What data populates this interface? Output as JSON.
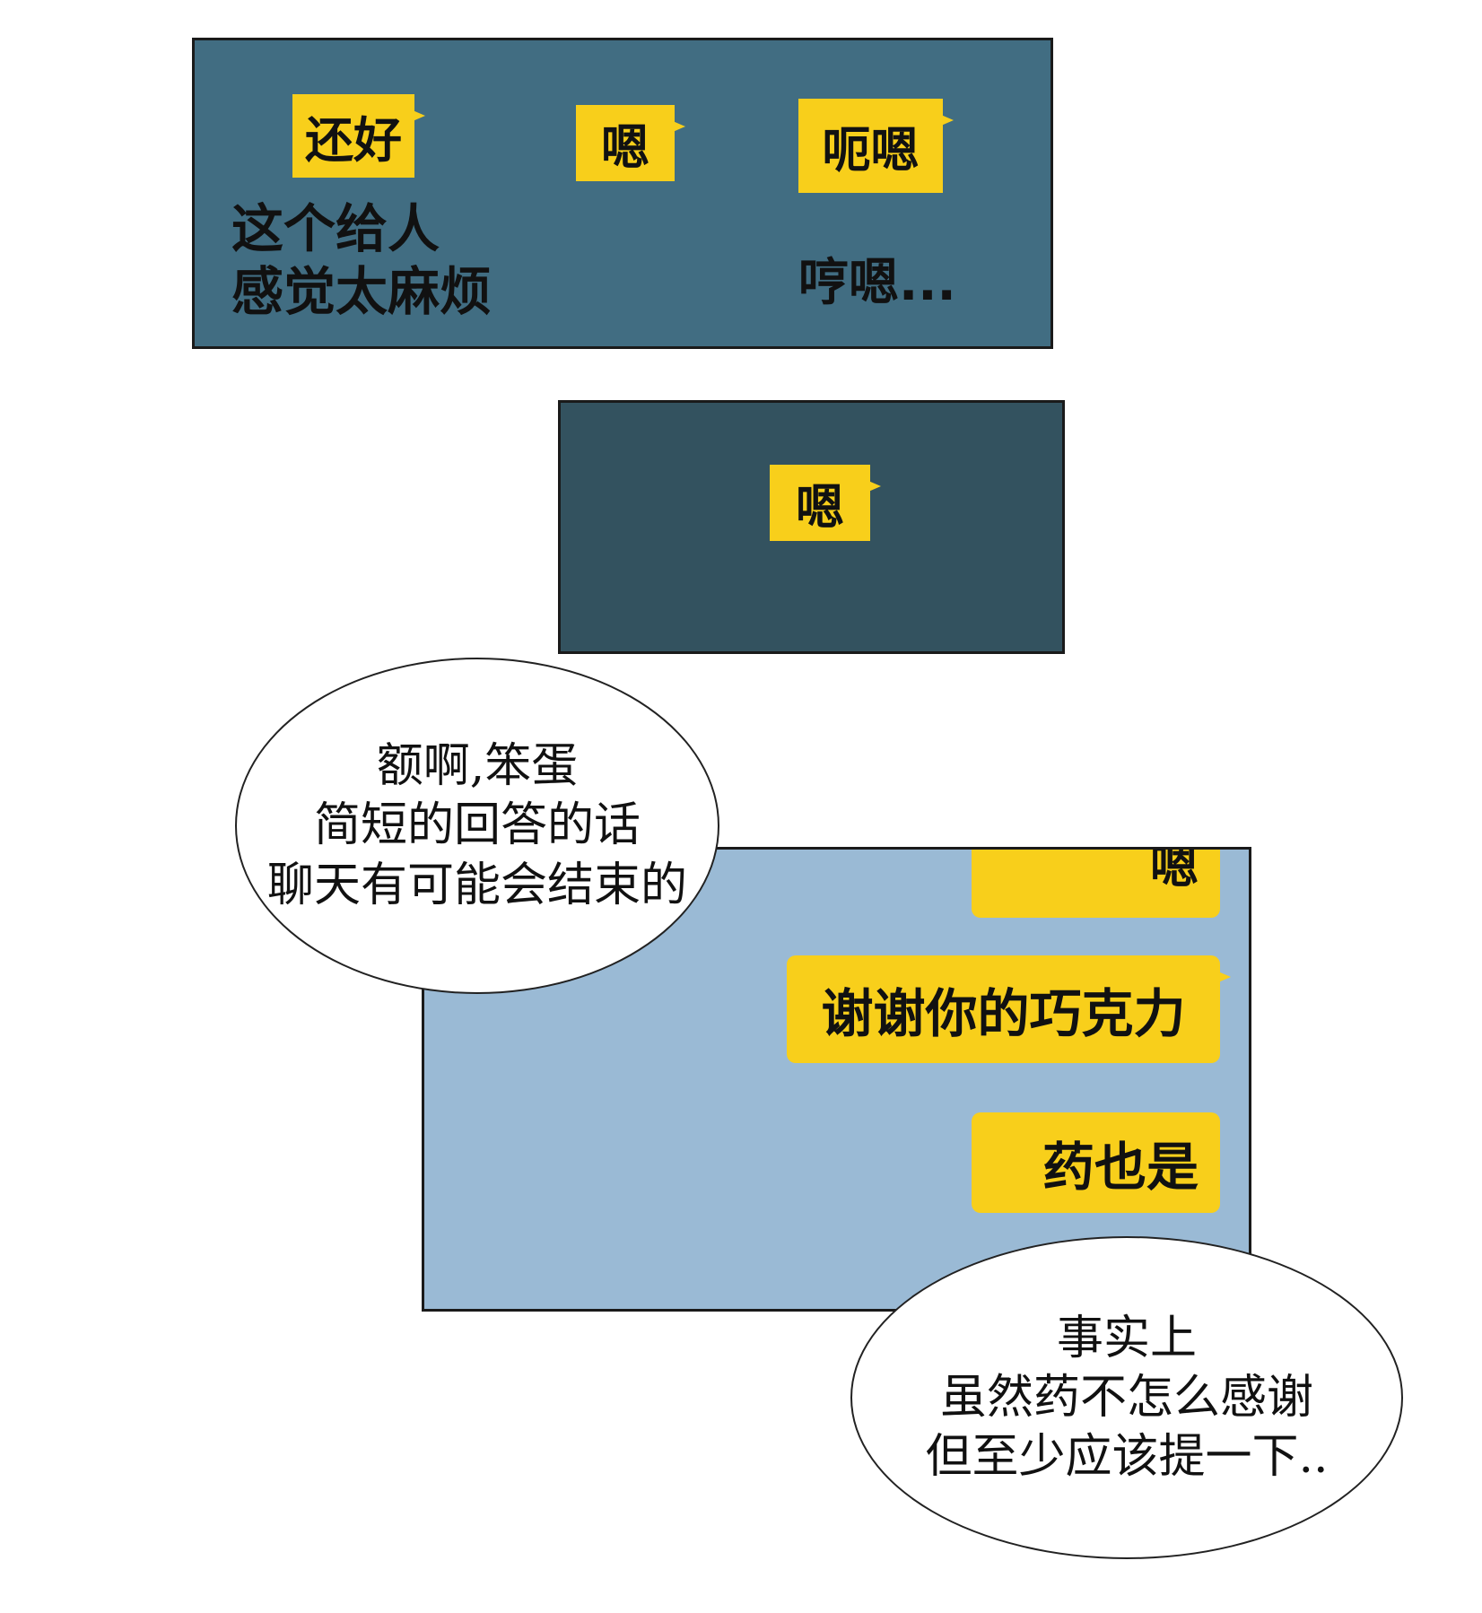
{
  "colors": {
    "panel1_bg": "#416d82",
    "panel2_bg": "#33525f",
    "panel3_bg": "#9abad5",
    "bubble": "#f8cf1b"
  },
  "panel1": {
    "bubble_a": "还好",
    "bubble_b": "嗯",
    "bubble_c": "呃嗯",
    "note_left": [
      "这个给人",
      "感觉太麻烦"
    ],
    "note_right": "哼嗯..."
  },
  "panel2": {
    "bubble": "嗯"
  },
  "panel3": {
    "bubble_top": "嗯",
    "bubble_chocolate": "谢谢你的巧克力",
    "bubble_medicine": "药也是"
  },
  "balloon_left": [
    "额啊,笨蛋",
    "简短的回答的话",
    "聊天有可能会结束的"
  ],
  "balloon_right": [
    "事实上",
    "虽然药不怎么感谢",
    "但至少应该提一下.."
  ]
}
